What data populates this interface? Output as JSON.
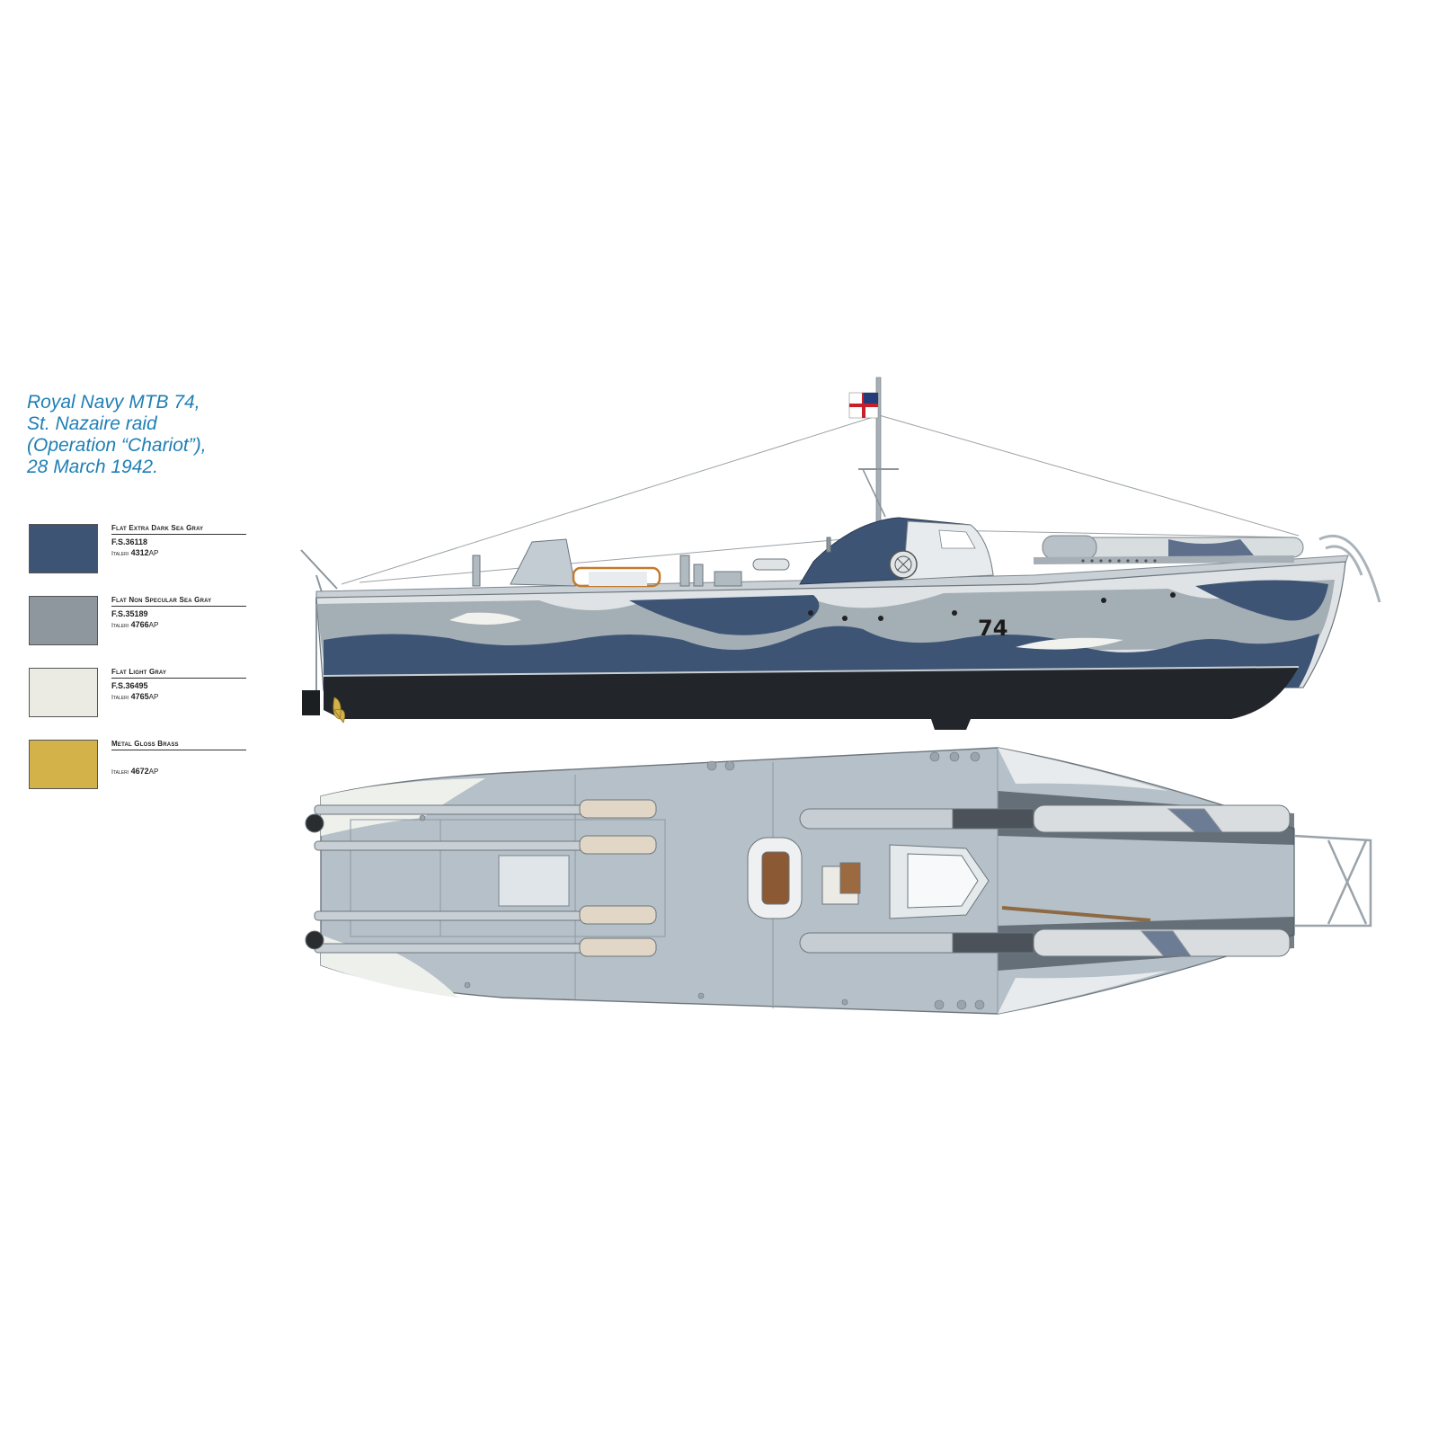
{
  "caption": {
    "line1": "Royal Navy MTB 74,",
    "line2": "St. Nazaire raid",
    "line3": "(Operation “Chariot”),",
    "line4": "28 March 1942."
  },
  "colors": {
    "caption_blue": "#1f7fb5",
    "dark_sea_gray": "#3e5475",
    "sea_gray": "#8e979d",
    "light_gray": "#ecebe3",
    "brass": "#d4b24a",
    "deck_gray": "#b6c0c8",
    "hull_black": "#22262a"
  },
  "legend": [
    {
      "name": "Flat Extra Dark Sea Gray",
      "fs": "F.S.36118",
      "prefix": "Italeri",
      "code": "4312",
      "suffix": "AP",
      "color": "#3e5475"
    },
    {
      "name": "Flat Non Specular Sea Gray",
      "fs": "F.S.35189",
      "prefix": "Italeri",
      "code": "4766",
      "suffix": "AP",
      "color": "#8e979d"
    },
    {
      "name": "Flat Light Gray",
      "fs": "F.S.36495",
      "prefix": "Italeri",
      "code": "4765",
      "suffix": "AP",
      "color": "#ecebe3"
    },
    {
      "name": "Metal Gloss Brass",
      "fs": "",
      "prefix": "Italeri",
      "code": "4672",
      "suffix": "AP",
      "color": "#d4b24a"
    }
  ],
  "side_view": {
    "hull_number": "74"
  }
}
